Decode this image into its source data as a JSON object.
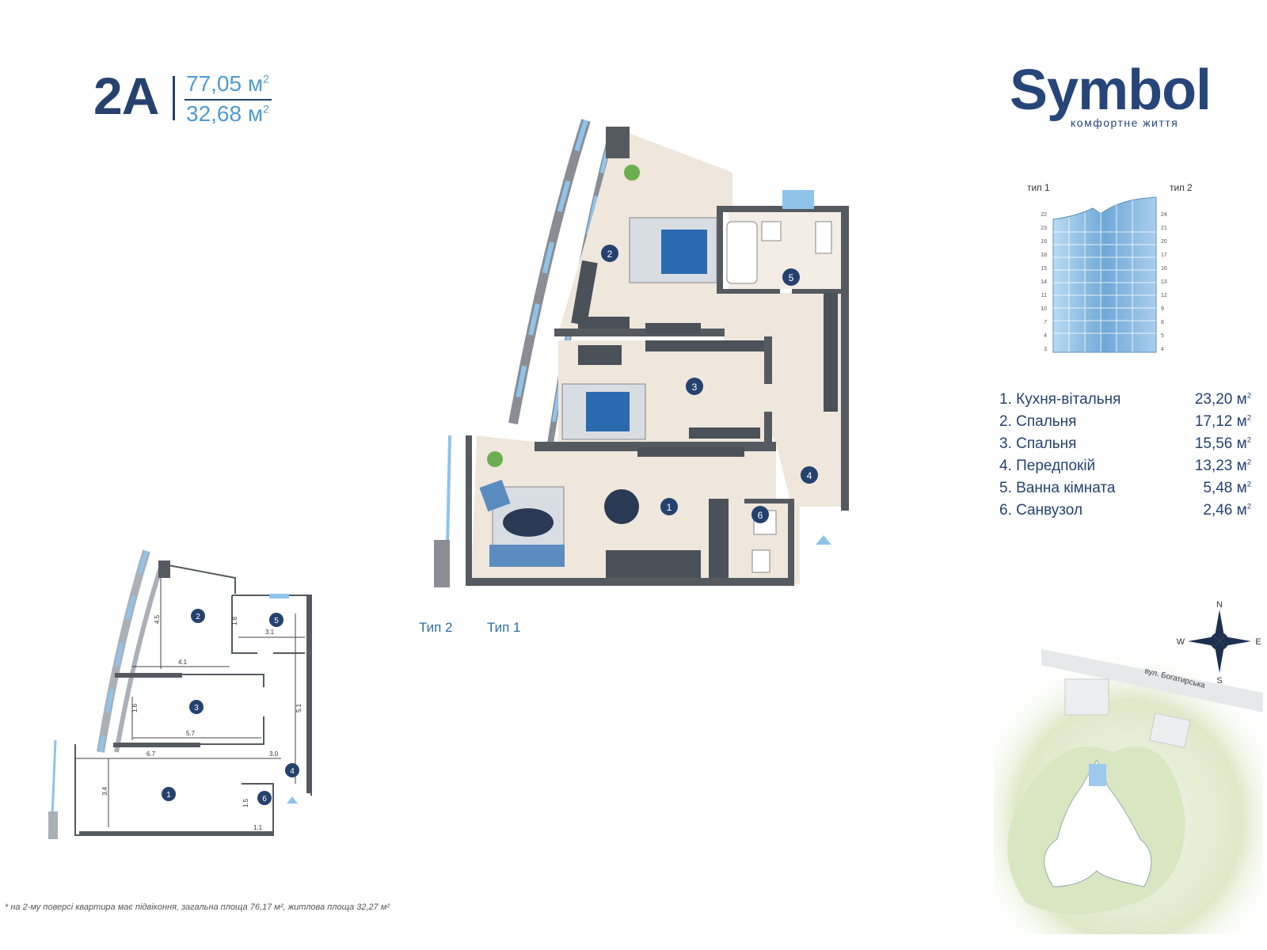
{
  "header": {
    "apartment_code": "2A",
    "area_total": "77,05 м",
    "area_living": "32,68 м",
    "area_unit_sup": "2"
  },
  "logo": {
    "wordmark": "Symbol",
    "tagline": "комфортне життя"
  },
  "building": {
    "type1_label": "тип 1",
    "type2_label": "тип 2",
    "floors_left": [
      "22",
      "23",
      "19",
      "18",
      "15",
      "14",
      "11",
      "10",
      "7",
      "4",
      "3"
    ],
    "floors_right": [
      "24",
      "21",
      "20",
      "17",
      "16",
      "13",
      "12",
      "9",
      "8",
      "5",
      "4"
    ]
  },
  "rooms": [
    {
      "label": "1. Кухня-вітальня",
      "area": "23,20 м"
    },
    {
      "label": "2. Спальня",
      "area": "17,12 м"
    },
    {
      "label": "3. Спальня",
      "area": "15,56 м"
    },
    {
      "label": "4. Передпокій",
      "area": "13,23 м"
    },
    {
      "label": "5. Ванна кімната",
      "area": "5,48 м"
    },
    {
      "label": "6. Санвузол",
      "area": "2,46 м"
    }
  ],
  "plan": {
    "room_numbers": [
      "1",
      "2",
      "3",
      "4",
      "5",
      "6"
    ],
    "type_labels": [
      "Тип 2",
      "Тип 1"
    ]
  },
  "small_plan": {
    "room_numbers": [
      "1",
      "2",
      "3",
      "4",
      "5",
      "6"
    ],
    "dimensions": [
      "4.5",
      "4.1",
      "1.6",
      "3.1",
      "1.8",
      "5.7",
      "5.1",
      "6.7",
      "3.0",
      "3.4",
      "1.1",
      "1.5"
    ]
  },
  "compass": {
    "n": "N",
    "s": "S",
    "e": "E",
    "w": "W"
  },
  "site_map": {
    "street_label": "вул. Богатирська"
  },
  "footnote": "* на 2-му поверсі квартира має підвіконня, загальна площа 76,17 м², житлова площа 32,27 м²",
  "colors": {
    "navy": "#25426f",
    "accent_blue": "#4e9bd6",
    "floor": "#efe6dc",
    "wall": "#555a60",
    "window": "#8fc3ea"
  }
}
